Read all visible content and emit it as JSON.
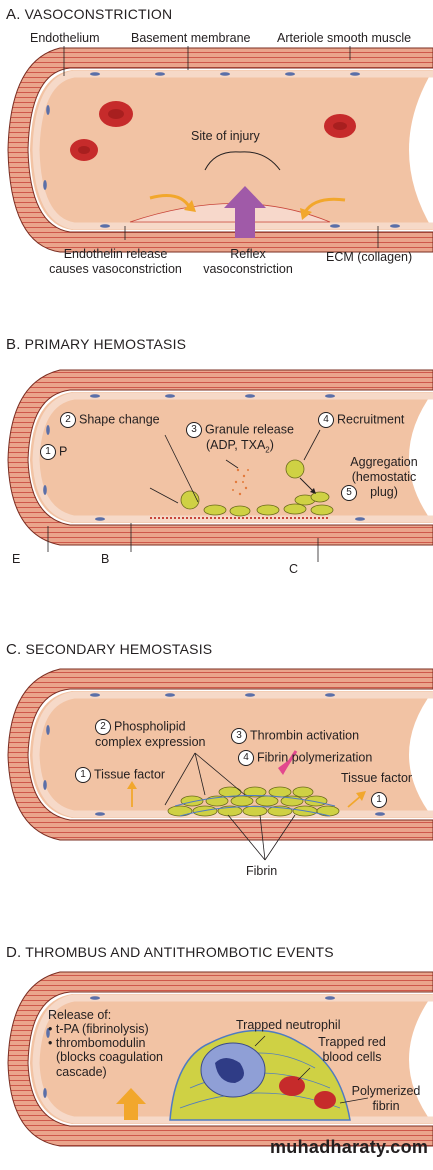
{
  "panels": [
    {
      "letter": "A.",
      "title": "VASOCONSTRICTION",
      "labels": {
        "endothelium": "Endothelium",
        "basement_membrane": "Basement membrane",
        "smooth_muscle": "Arteriole smooth muscle",
        "site_of_injury": "Site of injury",
        "endothelin_1": "Endothelin release",
        "endothelin_2": "causes vasoconstriction",
        "reflex_1": "Reflex",
        "reflex_2": "vasoconstriction",
        "ecm": "ECM (collagen)"
      }
    },
    {
      "letter": "B.",
      "title": "PRIMARY HEMOSTASIS",
      "labels": {
        "n1": "1",
        "p": "P",
        "n2": "2",
        "shape_change": "Shape change",
        "n3": "3",
        "granule_1": "Granule release",
        "granule_2": "(ADP, TXA",
        "granule_sub": "2",
        "granule_end": ")",
        "n4": "4",
        "recruitment": "Recruitment",
        "aggregation_1": "Aggregation",
        "aggregation_2": "(hemostatic",
        "aggregation_3": "plug)",
        "n5": "5",
        "e": "E",
        "b": "B",
        "c": "C"
      }
    },
    {
      "letter": "C.",
      "title": "SECONDARY HEMOSTASIS",
      "labels": {
        "n2": "2",
        "phospholipid_1": "Phospholipid",
        "phospholipid_2": "complex expression",
        "n3": "3",
        "thrombin": "Thrombin activation",
        "n4": "4",
        "fibrin_poly": "Fibrin polymerization",
        "n1_left": "1",
        "tissue_factor_left": "Tissue factor",
        "tissue_factor_right": "Tissue factor",
        "n1_right": "1",
        "fibrin": "Fibrin"
      }
    },
    {
      "letter": "D.",
      "title": "THROMBUS AND ANTITHROMBOTIC EVENTS",
      "labels": {
        "release": "Release of:",
        "tpa": "t-PA (fibrinolysis)",
        "thrombomodulin": "thrombomodulin",
        "blocks_1": "(blocks coagulation",
        "blocks_2": "cascade)",
        "neutrophil": "Trapped neutrophil",
        "rbc_1": "Trapped red",
        "rbc_2": "blood cells",
        "fibrin_1": "Polymerized",
        "fibrin_2": "fibrin"
      }
    }
  ],
  "watermark": "muhadharaty.com",
  "colors": {
    "lumen": "#f2c3a4",
    "wall": "#e8a48a",
    "muscle_line": "#c0392b",
    "endothelium": "#f6d9c8",
    "nucleus": "#5b6fa8",
    "platelet": "#cfd144",
    "rbc": "#c62b2b",
    "arrow_orange": "#f2a72c",
    "arrow_purple": "#a05aa8",
    "arrow_pink": "#e3488e",
    "neutrophil": "#8f9fd6"
  }
}
